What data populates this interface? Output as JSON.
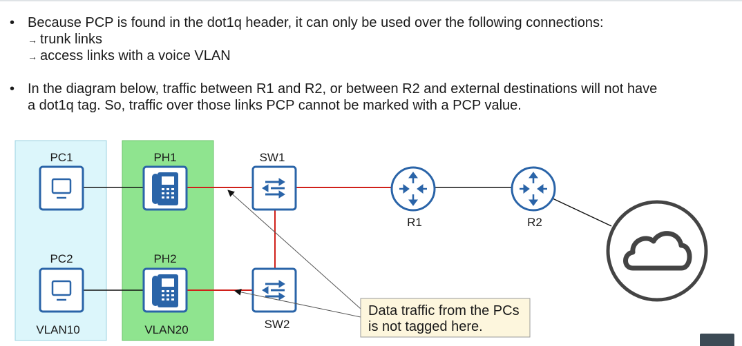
{
  "bullets": [
    {
      "text": "Because PCP is found in the dot1q header, it can only be used over the following connections:",
      "sub_items": [
        "trunk links",
        "access links with a voice VLAN"
      ]
    },
    {
      "text_line1": "In the diagram below, traffic between R1 and R2, or between R2 and external destinations will not have",
      "text_line2": "a dot1q tag.  So, traffic over those links PCP cannot be marked with a PCP value."
    }
  ],
  "bullet_symbol": "•",
  "arrow_symbol": "→",
  "diagram": {
    "zones": [
      {
        "label": "VLAN10",
        "color": "#dcf6fb"
      },
      {
        "label": "VLAN20",
        "color": "#8fe48f"
      }
    ],
    "devices": {
      "pc1": "PC1",
      "pc2": "PC2",
      "ph1": "PH1",
      "ph2": "PH2",
      "sw1": "SW1",
      "sw2": "SW2",
      "r1": "R1",
      "r2": "R2"
    },
    "callout": {
      "line1": "Data traffic from the PCs",
      "line2": "is not tagged here.",
      "background": "#fdf6dd"
    },
    "colors": {
      "device_blue": "#2a64a8",
      "trunk_red": "#d0201a",
      "access_black": "#111111"
    },
    "icons": [
      "pc-icon",
      "ip-phone-icon",
      "switch-icon",
      "router-icon",
      "cloud-icon"
    ]
  }
}
